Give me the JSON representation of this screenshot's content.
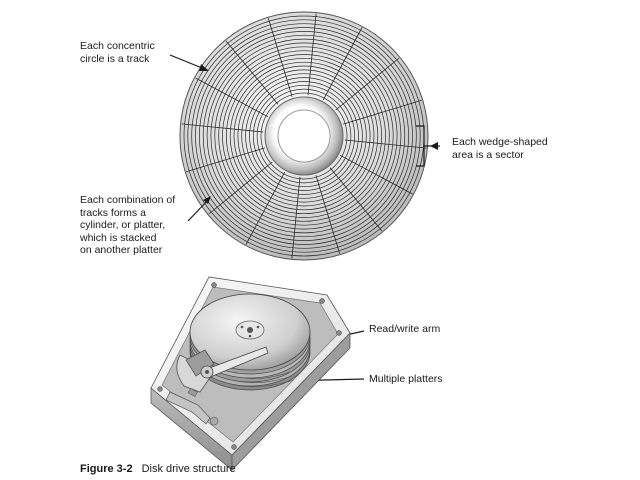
{
  "labels": {
    "track": "Each concentric\ncircle is a track",
    "sector": "Each wedge-shaped\narea is a sector",
    "cylinder": "Each combination of\ntracks forms a\ncylinder, or platter,\nwhich is stacked\non another platter",
    "arm": "Read/write arm",
    "platters": "Multiple platters"
  },
  "caption": {
    "number": "Figure 3-2",
    "text": "Disk drive structure"
  },
  "colors": {
    "platter_light": "#f2f2f2",
    "platter_mid": "#c8c8c8",
    "platter_dark": "#8a8a8a",
    "line": "#1a1a1a"
  }
}
